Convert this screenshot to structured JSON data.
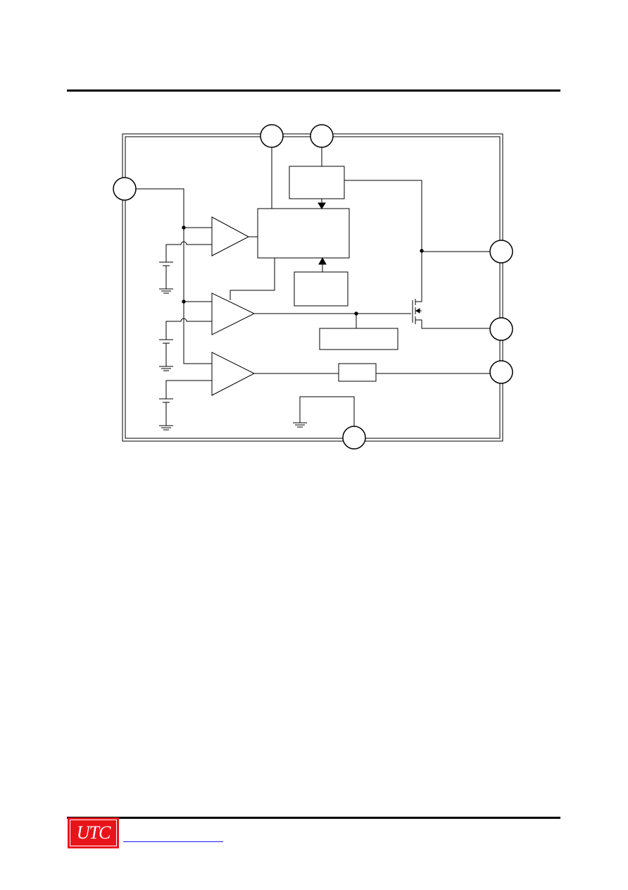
{
  "document": {
    "logo_text": "UTC",
    "colors": {
      "logo_bg": "#e8141a",
      "link": "#1a1aff",
      "ink": "#000000"
    }
  },
  "diagram": {
    "kind": "circuit-block-diagram",
    "pins": [
      "pin-top-1",
      "pin-top-2",
      "pin-left",
      "pin-right-1",
      "pin-right-2",
      "pin-right-3",
      "pin-bottom"
    ],
    "blocks": [
      "block-top-small",
      "block-logic",
      "block-reference",
      "block-bias",
      "block-resistor"
    ],
    "comparators": [
      "comparator-1",
      "comparator-2",
      "comparator-3"
    ]
  }
}
